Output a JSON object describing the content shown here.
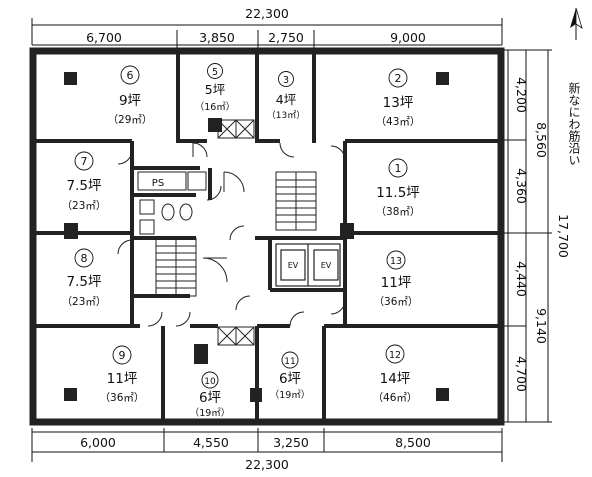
{
  "dimensions": {
    "top_total": "22,300",
    "top_segments": [
      "6,700",
      "3,850",
      "2,750",
      "9,000"
    ],
    "bottom_total": "22,300",
    "bottom_segments": [
      "6,000",
      "4,550",
      "3,250",
      "8,500"
    ],
    "right_segments": [
      "4,200",
      "4,360",
      "4,440",
      "4,700"
    ],
    "right_mid": [
      "8,560",
      "9,140"
    ],
    "right_total": "17,700"
  },
  "street": "新なにわ筋沿い",
  "rooms": [
    {
      "num": "6",
      "tsubo": "9坪",
      "m2": "（29㎡）"
    },
    {
      "num": "5",
      "tsubo": "5坪",
      "m2": "（16㎡）"
    },
    {
      "num": "3",
      "tsubo": "4坪",
      "m2": "（13㎡）"
    },
    {
      "num": "2",
      "tsubo": "13坪",
      "m2": "（43㎡）"
    },
    {
      "num": "7",
      "tsubo": "7.5坪",
      "m2": "（23㎡）"
    },
    {
      "num": "1",
      "tsubo": "11.5坪",
      "m2": "（38㎡）"
    },
    {
      "num": "8",
      "tsubo": "7.5坪",
      "m2": "（23㎡）"
    },
    {
      "num": "13",
      "tsubo": "11坪",
      "m2": "（36㎡）"
    },
    {
      "num": "9",
      "tsubo": "11坪",
      "m2": "（36㎡）"
    },
    {
      "num": "10",
      "tsubo": "6坪",
      "m2": "（19㎡）"
    },
    {
      "num": "11",
      "tsubo": "6坪",
      "m2": "（19㎡）"
    },
    {
      "num": "12",
      "tsubo": "14坪",
      "m2": "（46㎡）"
    }
  ],
  "labels": {
    "ps": "PS",
    "ev1": "EV",
    "ev2": "EV",
    "north": "N"
  }
}
